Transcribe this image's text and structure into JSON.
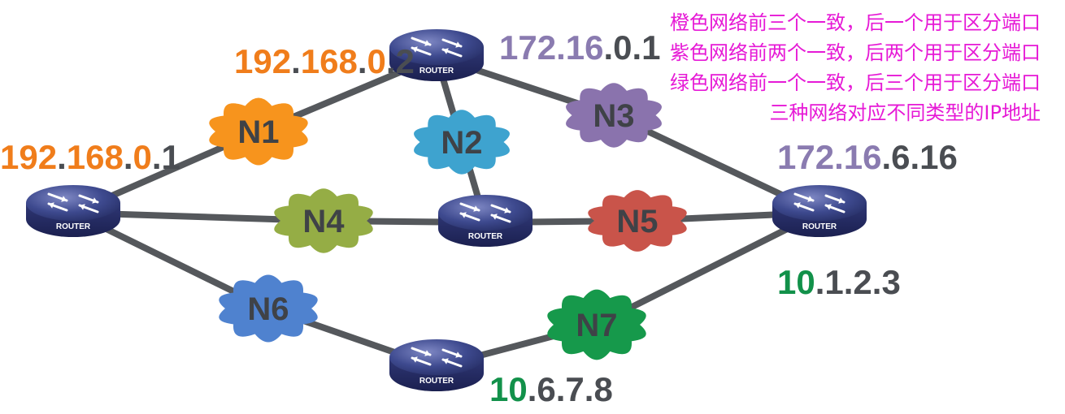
{
  "colors": {
    "orange": "#f07d1b",
    "purple": "#8a7bb0",
    "green": "#12914a",
    "gray": "#4a4d52",
    "link": "#55585c",
    "annotation": "#e619d6"
  },
  "router_label": "ROUTER",
  "networks": [
    {
      "id": "N1",
      "label": "N1",
      "color": "#f7941d"
    },
    {
      "id": "N2",
      "label": "N2",
      "color": "#3ea3cf"
    },
    {
      "id": "N3",
      "label": "N3",
      "color": "#8a73ad"
    },
    {
      "id": "N4",
      "label": "N4",
      "color": "#95ad45"
    },
    {
      "id": "N5",
      "label": "N5",
      "color": "#c9544a"
    },
    {
      "id": "N6",
      "label": "N6",
      "color": "#4f82cf"
    },
    {
      "id": "N7",
      "label": "N7",
      "color": "#16994b"
    }
  ],
  "ip_labels": [
    {
      "id": "ip-192-168-0-2",
      "parts": [
        [
          "192",
          "orange"
        ],
        [
          ".",
          "gray"
        ],
        [
          "168",
          "orange"
        ],
        [
          ".",
          "gray"
        ],
        [
          "0",
          "orange"
        ],
        [
          ".2",
          "gray"
        ]
      ]
    },
    {
      "id": "ip-192-168-0-1",
      "parts": [
        [
          "192",
          "orange"
        ],
        [
          ".",
          "gray"
        ],
        [
          "168",
          "orange"
        ],
        [
          ".",
          "gray"
        ],
        [
          "0",
          "orange"
        ],
        [
          ".1",
          "gray"
        ]
      ]
    },
    {
      "id": "ip-172-16-0-1",
      "parts": [
        [
          "172",
          "purple"
        ],
        [
          ".",
          "purple"
        ],
        [
          "16",
          "purple"
        ],
        [
          ".0.1",
          "gray"
        ]
      ]
    },
    {
      "id": "ip-172-16-6-16",
      "parts": [
        [
          "172",
          "purple"
        ],
        [
          ".",
          "purple"
        ],
        [
          "16",
          "purple"
        ],
        [
          ".6.16",
          "gray"
        ]
      ]
    },
    {
      "id": "ip-10-1-2-3",
      "parts": [
        [
          "10",
          "green"
        ],
        [
          ".1.2.3",
          "gray"
        ]
      ]
    },
    {
      "id": "ip-10-6-7-8",
      "parts": [
        [
          "10",
          "green"
        ],
        [
          ".6.7.8",
          "gray"
        ]
      ]
    }
  ],
  "annotations": [
    "橙色网络前三个一致，后一个用于区分端口",
    "紫色网络前两个一致，后两个用于区分端口",
    "绿色网络前一个一致，后三个用于区分端口",
    "三种网络对应不同类型的IP地址"
  ]
}
